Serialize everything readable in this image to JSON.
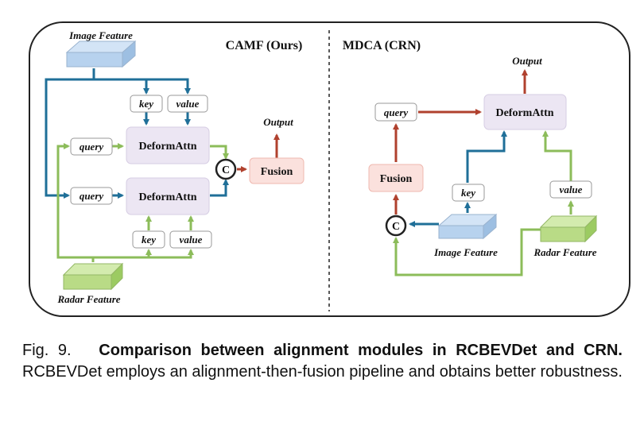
{
  "left_panel": {
    "title": "CAMF (Ours)",
    "image_feature": "Image Feature",
    "radar_feature": "Radar Feature",
    "key_top": "key",
    "value_top": "value",
    "key_bottom": "key",
    "value_bottom": "value",
    "query_top": "query",
    "query_bottom": "query",
    "deform_top": "DeformAttn",
    "deform_bottom": "DeformAttn",
    "concat": "C",
    "fusion": "Fusion",
    "output": "Output"
  },
  "right_panel": {
    "title": "MDCA (CRN)",
    "output": "Output",
    "query": "query",
    "deform": "DeformAttn",
    "fusion": "Fusion",
    "key": "key",
    "value": "value",
    "concat": "C",
    "image_feature": "Image Feature",
    "radar_feature": "Radar Feature"
  },
  "caption": {
    "fig_label": "Fig. 9.",
    "bold_text": "Comparison between alignment modules in RCBEVDet and CRN.",
    "body_text": "RCBEVDet employs an alignment-then-fusion pipeline and obtains better robustness."
  },
  "colors": {
    "blue_arrow": "#1f6f98",
    "green_arrow": "#8cbc5a",
    "red_arrow": "#b0412e",
    "deform_fill": "#ece6f3",
    "fusion_fill": "#fbe1dd",
    "image_block": "#b7d2ee",
    "radar_block": "#b9db86"
  }
}
